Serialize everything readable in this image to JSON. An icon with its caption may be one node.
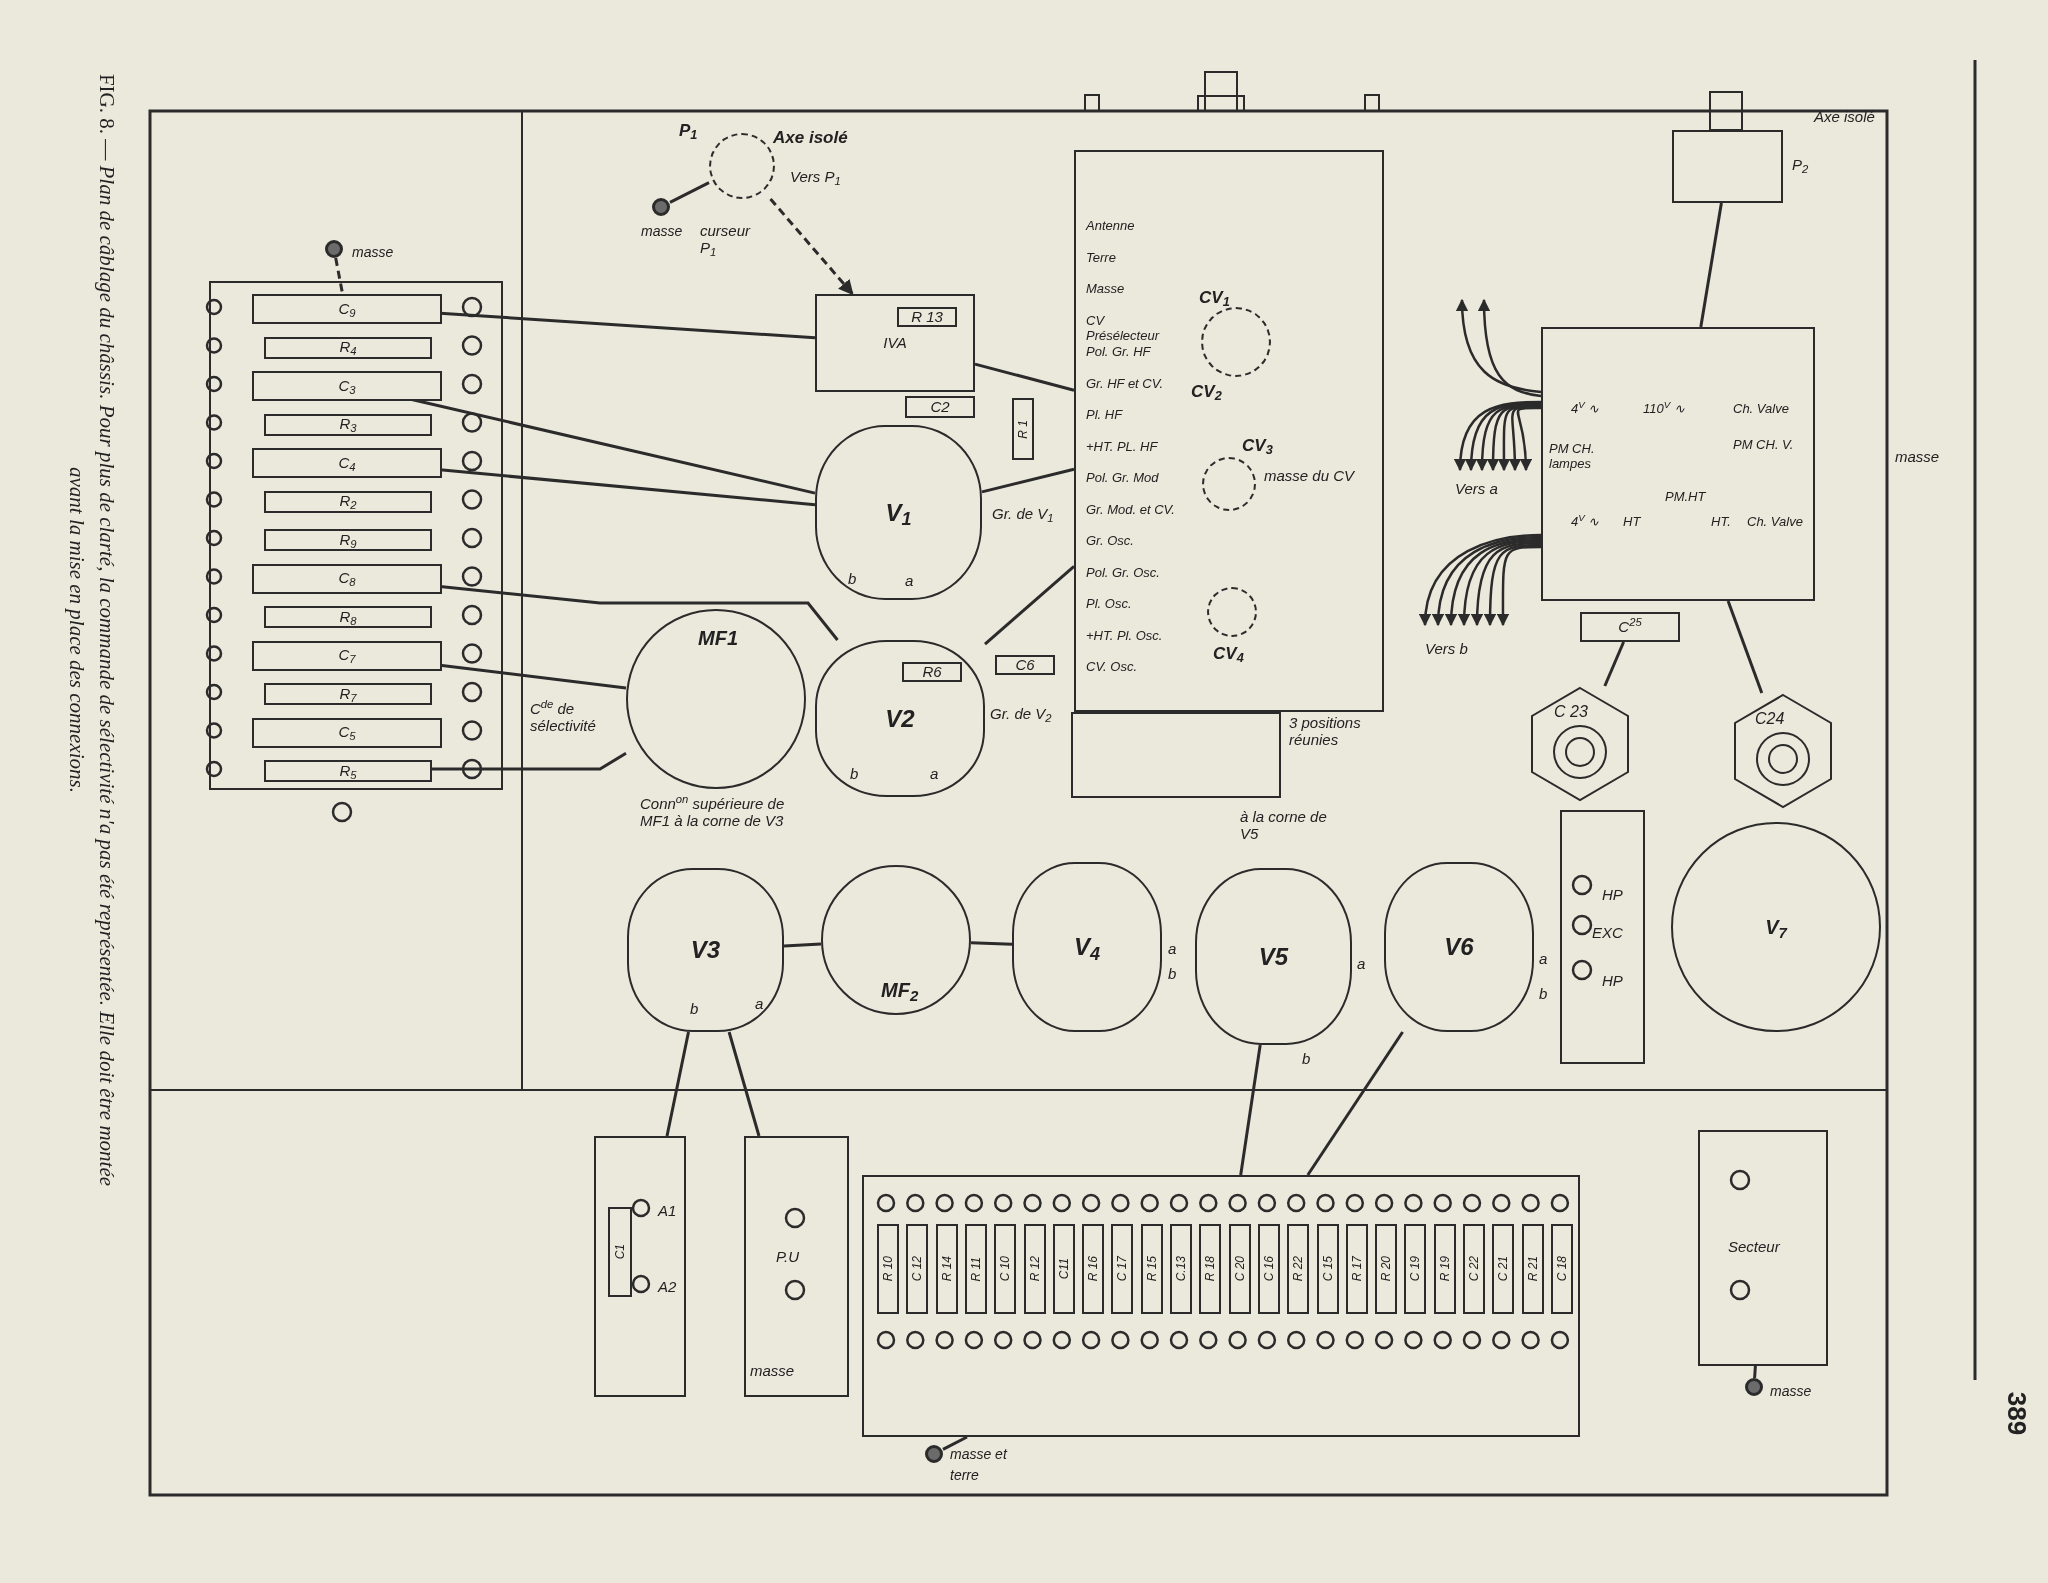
{
  "diagram": {
    "caption": "FIG. 8. — *Plan de câblage du châssis. Pour plus de clarté, la commande de sélectivité n'a pas été représentée. Elle doit être montée avant la mise en place des connexions.*",
    "nodes": [
      {
        "text": [],
        "shape": "box"
      },
      {
        "text": [
          "C$_{9}$"
        ],
        "in": 0
      },
      {
        "text": [
          "R$_{4}$"
        ],
        "in": 0
      },
      {
        "text": [
          "C$_{3}$"
        ],
        "in": 0
      },
      {
        "text": [
          "R$_{3}$"
        ],
        "in": 0
      },
      {
        "text": [
          "C$_{4}$"
        ],
        "in": 0
      },
      {
        "text": [
          "R$_{2}$"
        ],
        "in": 0
      },
      {
        "text": [
          "R$_{9}$"
        ],
        "in": 0
      },
      {
        "text": [
          "C$_{8}$"
        ],
        "in": 0
      },
      {
        "text": [
          "R$_{8}$"
        ],
        "in": 0
      },
      {
        "text": [
          "C$_{7}$"
        ],
        "in": 0
      },
      {
        "text": [
          "R$_{7}$"
        ],
        "in": 0
      },
      {
        "text": [
          "C$_{5}$"
        ],
        "in": 0
      },
      {
        "text": [
          "R$_{5}$"
        ],
        "in": 0
      },
      {
        "text": [
          "masse"
        ]
      },
      {
        "text": [
          "P$_{1}$",
          "Axe isolé"
        ]
      },
      {
        "text": [
          "masse"
        ]
      },
      {
        "text": [
          "IVA"
        ]
      },
      {
        "text": [
          "R 13"
        ],
        "in": 17
      },
      {
        "text": [
          "C2"
        ]
      },
      {
        "text": [
          "R 1"
        ]
      },
      {
        "text": [
          "V$_{1}$"
        ]
      },
      {
        "text": [
          "C6"
        ]
      },
      {
        "text": [
          "MF1"
        ]
      },
      {
        "text": [
          "V2"
        ]
      },
      {
        "text": [
          "R6"
        ],
        "in": 24
      },
      {
        "text": [
          "Antenne",
          "Terre",
          "Masse",
          "CV Présélecteur",
          "Pol. Gr. HF",
          "Gr. HF et CV.",
          "Pl. HF",
          "+HT. PL. HF",
          "Pol. Gr. Mod",
          "Gr. Mod. et CV.",
          "Gr. Osc.",
          "Pol. Gr. Osc.",
          "Pl. Osc.",
          "+HT. Pl. Osc.",
          "CV. Osc."
        ]
      },
      {
        "text": [
          "CV$_{1}$",
          "CV$_{2}$"
        ],
        "in": 26
      },
      {
        "text": [
          "CV$_{3}$"
        ],
        "in": 26,
        "beside": [
          "masse du CV"
        ]
      },
      {
        "text": [
          "CV$_{4}$"
        ],
        "in": 26
      },
      {
        "text": [],
        "shape": "box",
        "beside": [
          "3 positions réunies"
        ]
      },
      {
        "text": [
          "V3"
        ]
      },
      {
        "text": [
          "MF$_{2}$"
        ]
      },
      {
        "text": [
          "V$_{4}$"
        ]
      },
      {
        "text": [
          "V5"
        ],
        "beside": [
          "b"
        ]
      },
      {
        "text": [
          "V6"
        ]
      },
      {
        "text": [
          "HP",
          "EXC",
          "HP"
        ]
      },
      {
        "text": [
          "V$_{7}$"
        ]
      },
      {
        "text": [
          "C 23"
        ]
      },
      {
        "text": [
          "C24"
        ]
      },
      {
        "text": [
          "C$^{25}$"
        ]
      },
      {
        "text": [
          "4$^{V}$ ∿",
          "110$^{V}$ ∿",
          "Ch. Valve",
          "PM CH. lampes",
          "PM CH. V.",
          "4$^{V}$ ∿",
          "HT",
          "PM.HT",
          "HT.",
          "Ch. Valve"
        ]
      },
      {
        "text": [
          "P$_{2}$",
          "Axe isolé"
        ]
      },
      {
        "text": [
          "A1",
          "A2"
        ]
      },
      {
        "text": [
          "C1"
        ],
        "in": 43
      },
      {
        "text": [
          "P.U",
          "masse"
        ]
      },
      {
        "text": [],
        "shape": "box"
      },
      {
        "text": [
          "R 10"
        ],
        "in": 46
      },
      {
        "text": [
          "C 12"
        ],
        "in": 46
      },
      {
        "text": [
          "R 14"
        ],
        "in": 46
      },
      {
        "text": [
          "R 11"
        ],
        "in": 46
      },
      {
        "text": [
          "C 10"
        ],
        "in": 46
      },
      {
        "text": [
          "R 12"
        ],
        "in": 46
      },
      {
        "text": [
          "C11"
        ],
        "in": 46
      },
      {
        "text": [
          "R 16"
        ],
        "in": 46
      },
      {
        "text": [
          "C 17"
        ],
        "in": 46
      },
      {
        "text": [
          "R 15"
        ],
        "in": 46
      },
      {
        "text": [
          "C.13"
        ],
        "in": 46
      },
      {
        "text": [
          "R 18"
        ],
        "in": 46
      },
      {
        "text": [
          "C 20"
        ],
        "in": 46
      },
      {
        "text": [
          "C 16"
        ],
        "in": 46
      },
      {
        "text": [
          "R 22"
        ],
        "in": 46
      },
      {
        "text": [
          "C 15"
        ],
        "in": 46
      },
      {
        "text": [
          "R 17"
        ],
        "in": 46
      },
      {
        "text": [
          "R 20"
        ],
        "in": 46
      },
      {
        "text": [
          "C 19"
        ],
        "in": 46
      },
      {
        "text": [
          "R 19"
        ],
        "in": 46
      },
      {
        "text": [
          "C 22"
        ],
        "in": 46
      },
      {
        "text": [
          "C 21"
        ],
        "in": 46
      },
      {
        "text": [
          "R 21"
        ],
        "in": 46
      },
      {
        "text": [
          "C 18"
        ],
        "in": 46
      },
      {
        "text": [
          "Secteur"
        ]
      },
      {
        "text": [
          "masse"
        ]
      },
      {
        "text": [
          "masse et terre"
        ]
      }
    ],
    "edges": [
      {
        "from": 14,
        "to": 1,
        "arrow": "none",
        "style": "dashed"
      },
      {
        "from": 1,
        "to": 17,
        "arrow": "none"
      },
      {
        "from": 3,
        "to": 21,
        "arrow": "none"
      },
      {
        "from": 5,
        "to": 21,
        "arrow": "none"
      },
      {
        "from": 8,
        "to": 24,
        "arrow": "none"
      },
      {
        "from": 10,
        "to": 23,
        "arrow": "none"
      },
      {
        "from": 13,
        "to": 23,
        "arrow": "none"
      },
      {
        "from": 16,
        "to": 15,
        "arrow": "none"
      },
      {
        "from": 15,
        "to": 17,
        "arrow": "to",
        "style": "dashed"
      },
      {
        "from": 42,
        "to": 41,
        "arrow": "none"
      },
      {
        "from": 40,
        "to": 38,
        "arrow": "none"
      },
      {
        "from": 71,
        "to": 72,
        "arrow": "none"
      },
      {
        "from": 32,
        "to": 31,
        "arrow": "none"
      },
      {
        "from": 32,
        "to": 33,
        "arrow": "none"
      },
      {
        "from": 34,
        "to": 46,
        "arrow": "none"
      },
      {
        "from": 35,
        "to": 46,
        "arrow": "none"
      },
      {
        "from": 43,
        "to": 31,
        "arrow": "none"
      },
      {
        "from": 45,
        "to": 31,
        "arrow": "none"
      },
      {
        "from": 73,
        "to": 46,
        "arrow": "none"
      },
      {
        "from": 17,
        "to": 26,
        "arrow": "none"
      },
      {
        "from": 21,
        "to": 26,
        "arrow": "none"
      },
      {
        "from": 24,
        "to": 26,
        "arrow": "none"
      },
      {
        "from": 41,
        "to": 39,
        "arrow": "none"
      }
    ],
    "labels": [
      "Gr. de V$_{1}$",
      "Gr. de V$_{2}$",
      "C$^{de}$ de sélectivité",
      "Conn$^{on}$ supérieure de MF1 à la corne de V3",
      "à la corne de V5",
      "Vers P$_{1}$",
      "curseur P$_{1}$",
      "Vers a",
      "Vers b",
      "b",
      "a",
      "b",
      "a",
      "b",
      "a",
      "a",
      "b",
      "a",
      "a",
      "b",
      "masse",
      "389"
    ]
  }
}
